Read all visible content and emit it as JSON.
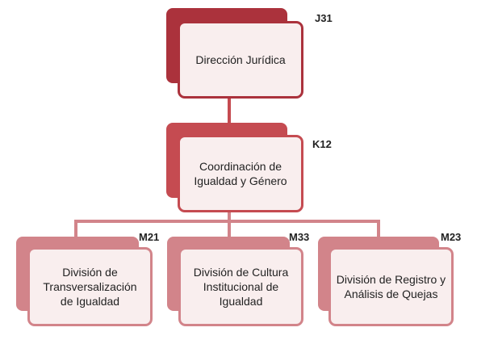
{
  "colors": {
    "dark": "#ab323c",
    "mid": "#c54b51",
    "light": "#d2848a",
    "box_fill": "#f9eeee",
    "connector": "#d2848a"
  },
  "nodes": {
    "juridica": {
      "code": "J31",
      "name": "Dirección Jurídica"
    },
    "coordinacion": {
      "code": "K12",
      "name": "Coordinación de Igualdad y Género"
    },
    "transversalizacion": {
      "code": "M21",
      "name": "División de Transversalización de Igualdad"
    },
    "cultura": {
      "code": "M33",
      "name": "División de Cultura Institucional de Igualdad"
    },
    "registro": {
      "code": "M23",
      "name": "División de Registro y Análisis de Quejas"
    }
  }
}
